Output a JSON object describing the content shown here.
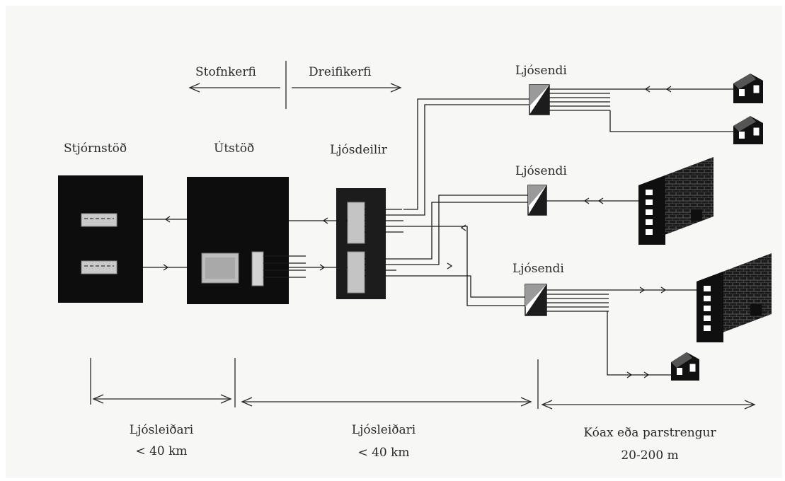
{
  "labels": {
    "stofnkerfi": "Stofnkerfi",
    "dreifikerfi": "Dreifikerfi",
    "stjornstod": "Stjórnstöð",
    "utstod": "Útstöð",
    "ljosdeilir": "Ljósdeilir",
    "ljosendi_top": "Ljósendi",
    "ljosendi_mid": "Ljósendi",
    "ljosendi_bot": "Ljósendi"
  },
  "segments": [
    {
      "line1": "Ljósleiðari",
      "line2": "< 40 km"
    },
    {
      "line1": "Ljósleiðari",
      "line2": "< 40 km"
    },
    {
      "line1": "Kóax eða parstrengur",
      "line2": "20-200 m"
    }
  ],
  "colors": {
    "paper": "#f7f7f5",
    "ink": "#1c1c1c",
    "block": "#0d0d0d",
    "panel": "#c9c9c9"
  }
}
